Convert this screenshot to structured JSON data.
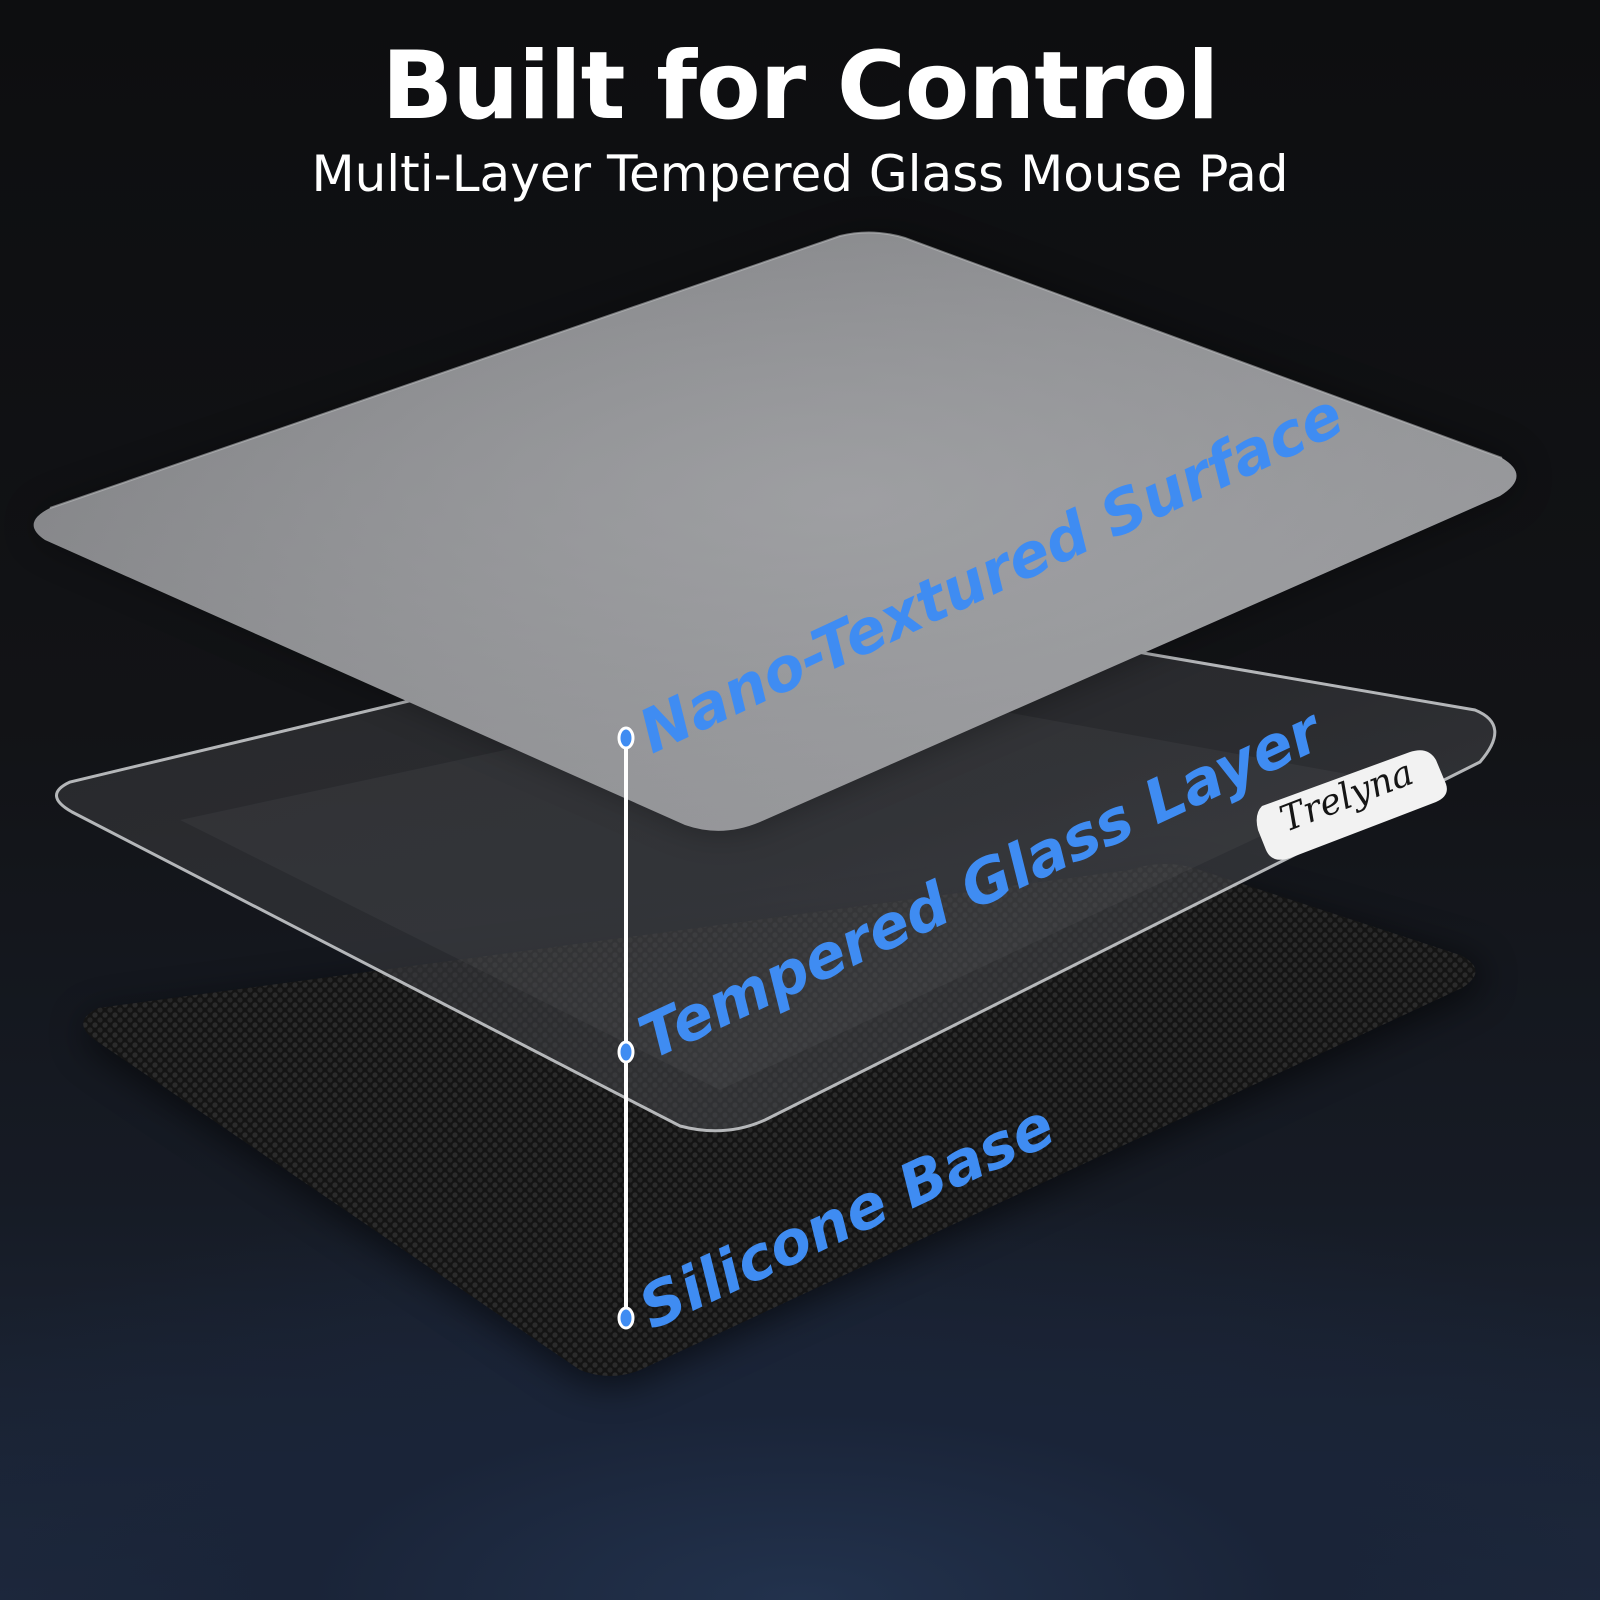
{
  "header": {
    "title": "Built for Control",
    "subtitle": "Multi-Layer Tempered Glass Mouse Pad"
  },
  "layers": [
    {
      "label": "Nano-Textured Surface"
    },
    {
      "label": "Tempered Glass Layer"
    },
    {
      "label": "Silicone Base"
    }
  ],
  "brand": {
    "name": "Trelyna"
  },
  "colors": {
    "label_blue": "#3f8cf2",
    "text_white": "#ffffff",
    "background_dark": "#111215",
    "background_blue": "#1e2a3f"
  }
}
